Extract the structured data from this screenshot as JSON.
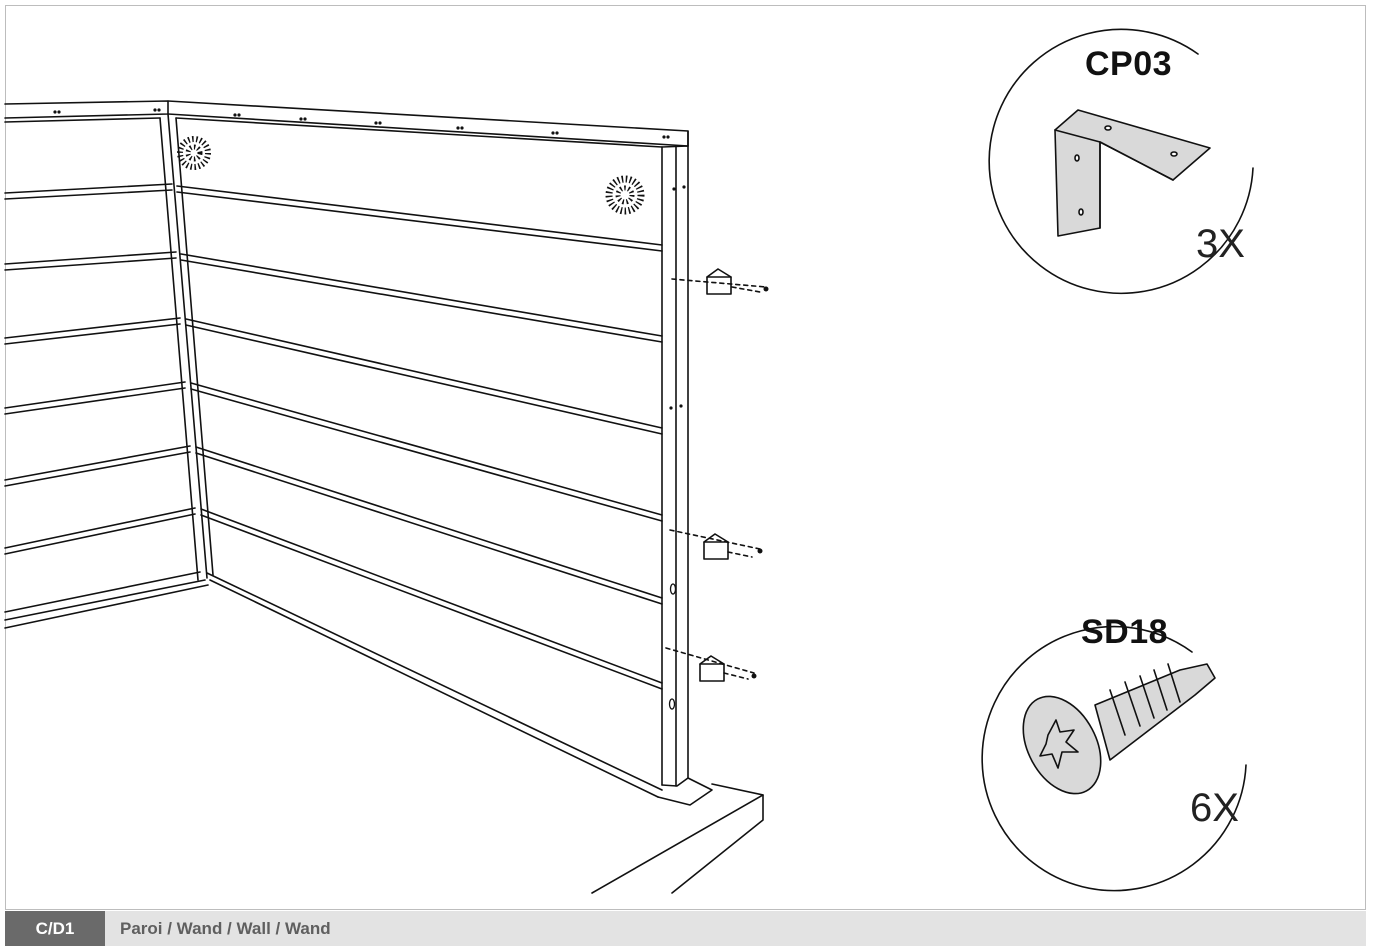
{
  "footer": {
    "step_code": "C/D1",
    "step_title": "Paroi / Wand / Wall / Wand"
  },
  "parts": [
    {
      "code": "CP03",
      "quantity": "3X",
      "icon": "angle-bracket-icon"
    },
    {
      "code": "SD18",
      "quantity": "6X",
      "icon": "self-drilling-screw-icon"
    }
  ],
  "colors": {
    "line": "#111111",
    "footer_background": "#e3e3e3",
    "step_code_background": "#6a6a6a",
    "part_fill": "#d9d9d9"
  }
}
